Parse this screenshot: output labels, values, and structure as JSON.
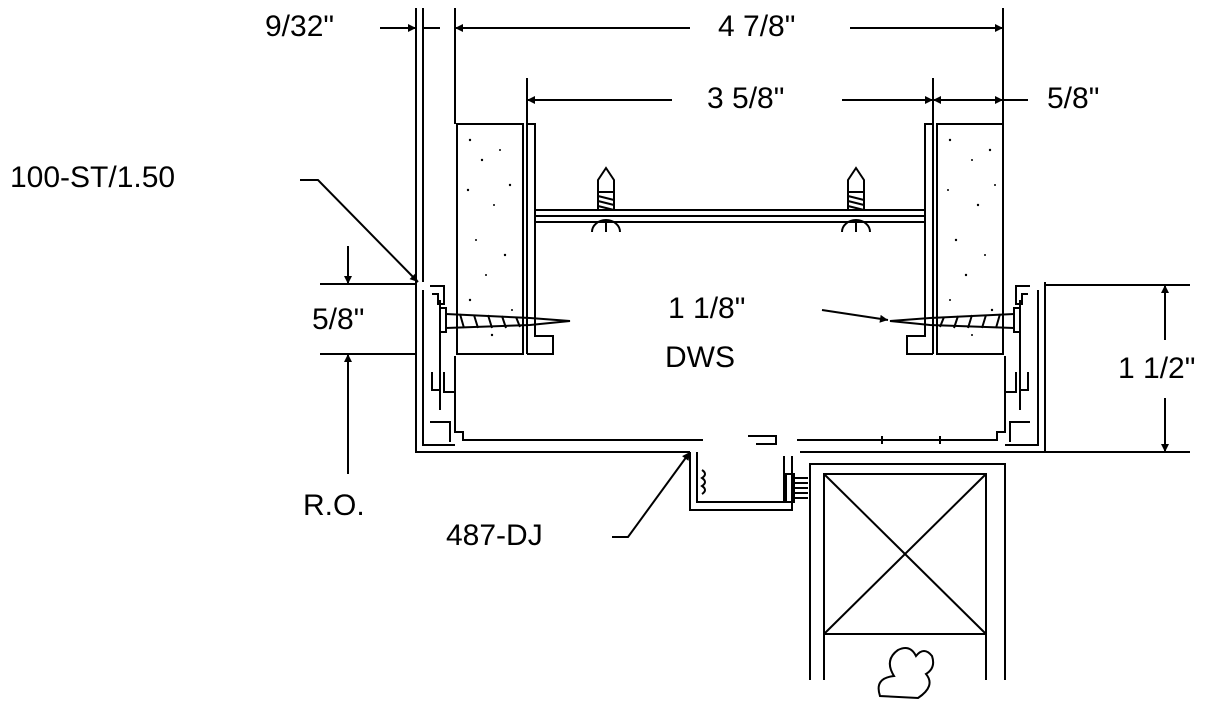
{
  "labels": {
    "dim_9_32": "9/32\"",
    "dim_4_7_8": "4 7/8\"",
    "dim_3_5_8": "3 5/8\"",
    "dim_5_8_top": "5/8\"",
    "part_100_st": "100-ST/1.50",
    "dim_5_8_left": "5/8\"",
    "screw_len": "1 1/8\"",
    "screw_type": "DWS",
    "dim_1_1_2": "1 1/2\"",
    "ro": "R.O.",
    "part_487_dj": "487-DJ"
  },
  "colors": {
    "line": "#000000",
    "background": "#ffffff"
  }
}
